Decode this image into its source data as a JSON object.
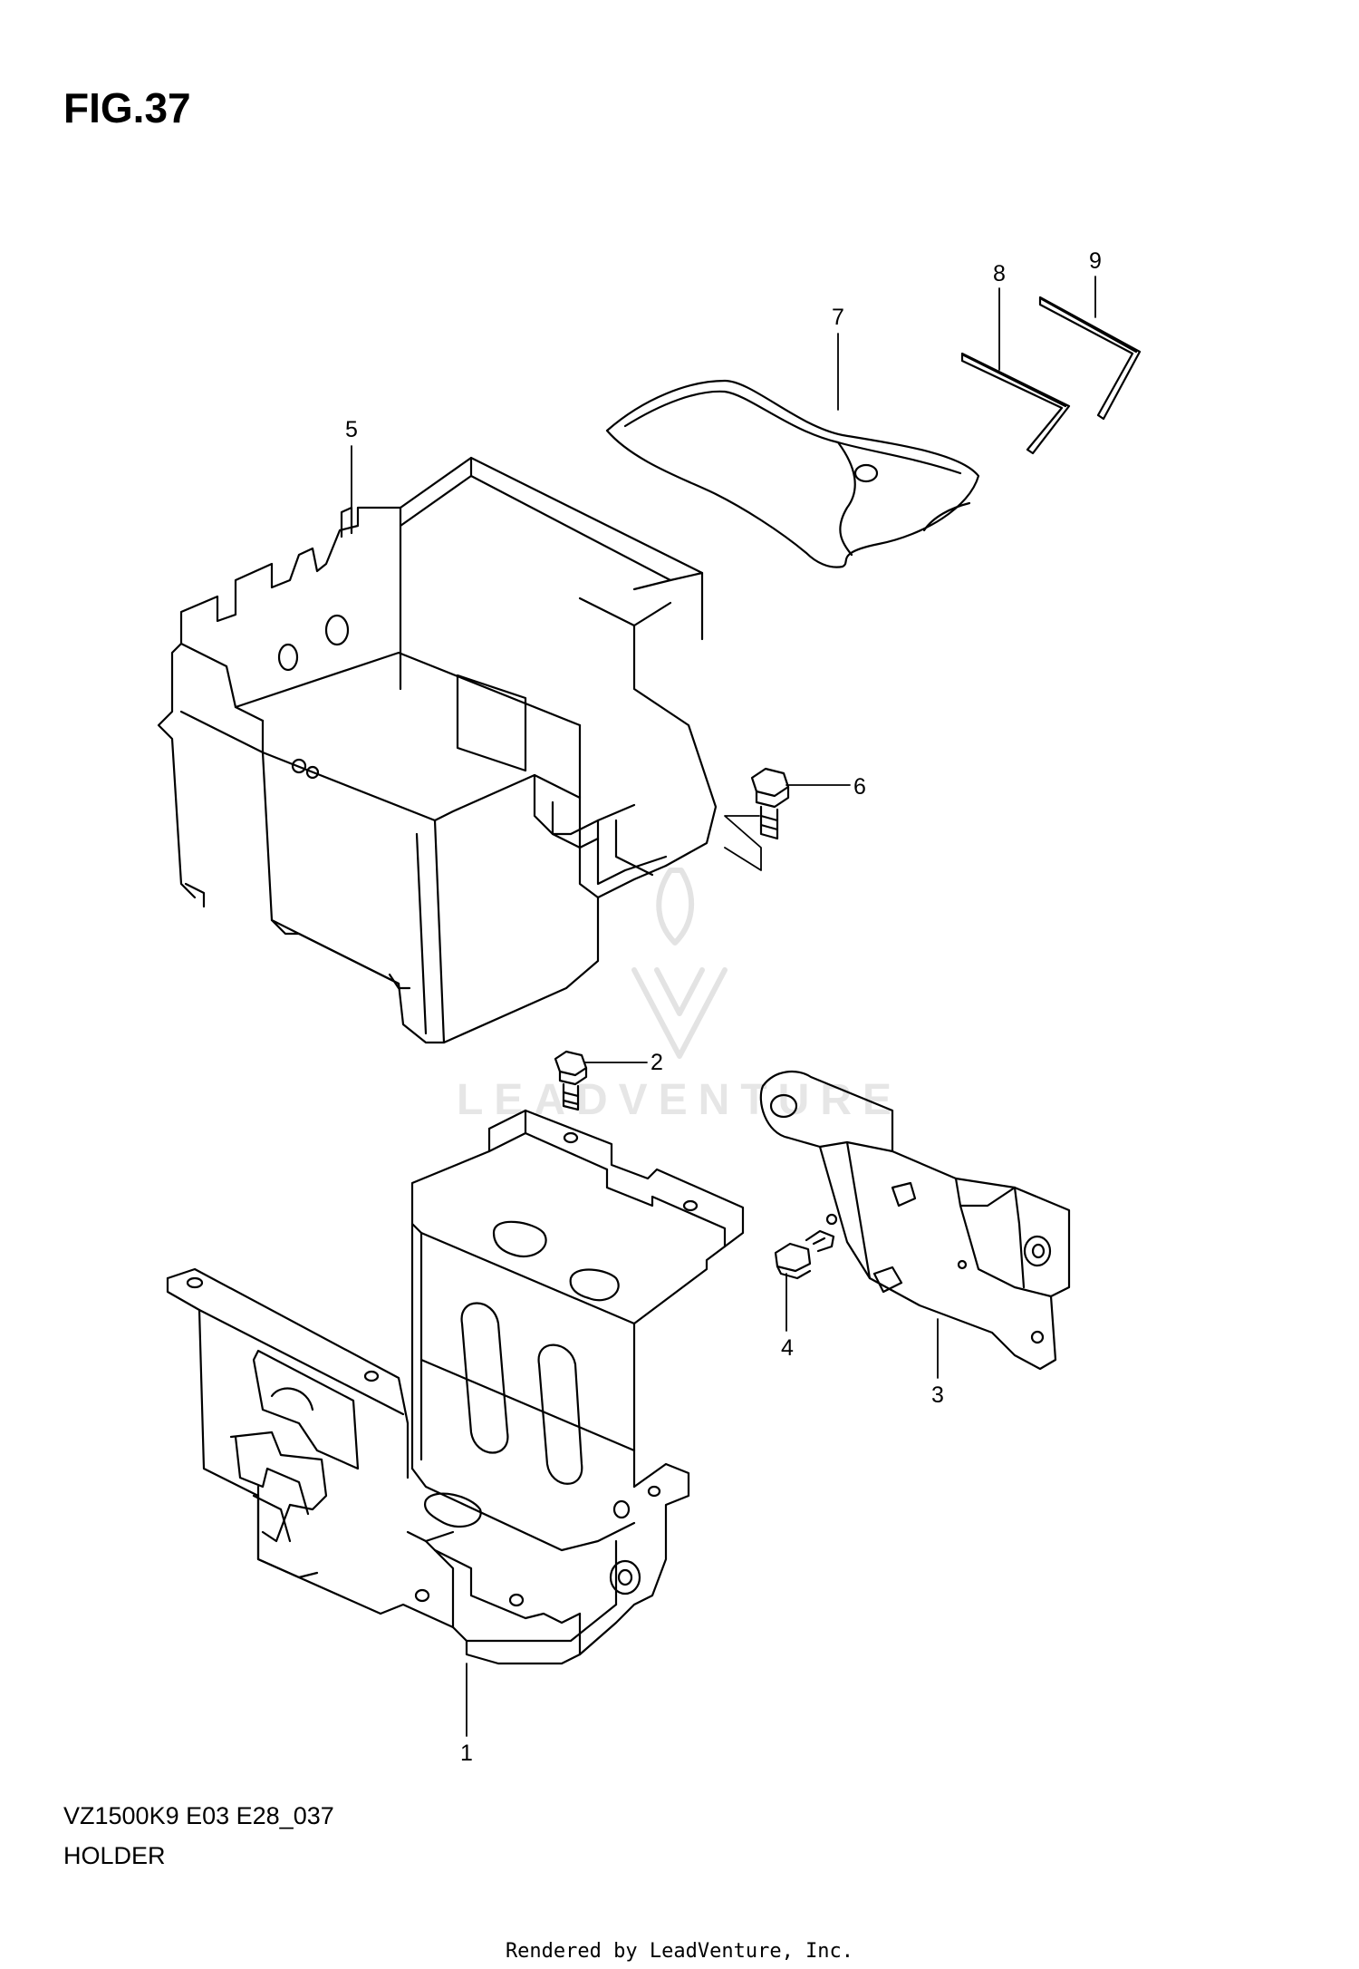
{
  "figure": {
    "title": "FIG.37"
  },
  "model": {
    "code": "VZ1500K9 E03 E28_037",
    "section": "HOLDER"
  },
  "watermark": {
    "text": "LEADVENTURE"
  },
  "footer": {
    "text": "Rendered by LeadVenture, Inc."
  },
  "callouts": [
    {
      "id": "1",
      "label": "1"
    },
    {
      "id": "2",
      "label": "2"
    },
    {
      "id": "3",
      "label": "3"
    },
    {
      "id": "4",
      "label": "4"
    },
    {
      "id": "5",
      "label": "5"
    },
    {
      "id": "6",
      "label": "6"
    },
    {
      "id": "7",
      "label": "7"
    },
    {
      "id": "8",
      "label": "8"
    },
    {
      "id": "9",
      "label": "9"
    }
  ],
  "colors": {
    "line": "#000000",
    "watermark": "#e6e6e6",
    "background": "#ffffff"
  }
}
